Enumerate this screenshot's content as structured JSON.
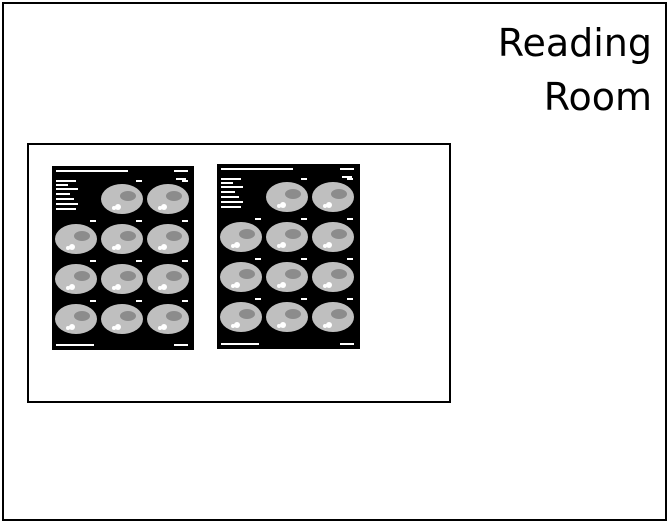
{
  "room": {
    "title_line1": "Reading",
    "title_line2": "Room"
  },
  "lightbox": {
    "films": [
      {
        "name": "film-left",
        "rows": 4,
        "cols": 3,
        "first_row_images": 2
      },
      {
        "name": "film-right",
        "rows": 4,
        "cols": 3,
        "first_row_images": 2
      }
    ]
  },
  "colors": {
    "film": "#000000",
    "scan_outer": "#bfbfbf",
    "scan_inner": "#8c8c8c",
    "scan_bright": "#ffffff",
    "annotation": "#ffffff"
  }
}
